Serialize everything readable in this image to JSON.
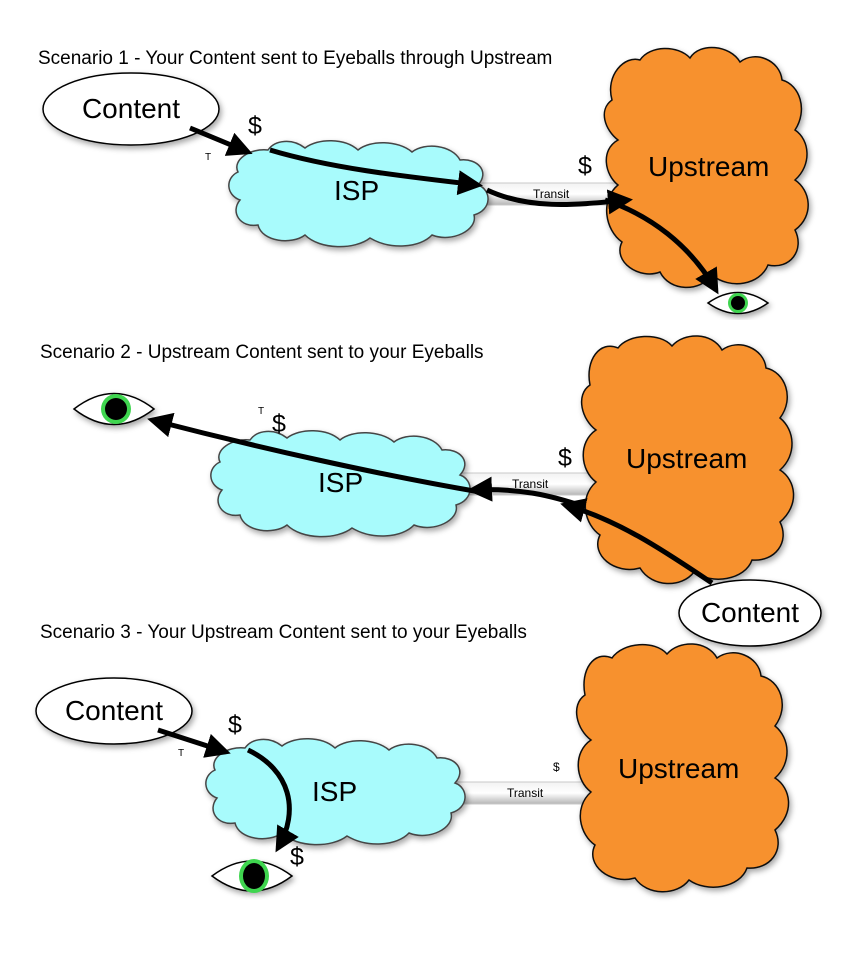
{
  "scenario1": {
    "title": "Scenario 1  - Your Content sent to Eyeballs through Upstream",
    "content": "Content",
    "isp": "ISP",
    "upstream": "Upstream",
    "transit": "Transit",
    "dollar_isp": "$",
    "dollar_transit": "$",
    "t_mark": "T"
  },
  "scenario2": {
    "title": "Scenario 2  - Upstream Content sent to your Eyeballs",
    "content": "Content",
    "isp": "ISP",
    "upstream": "Upstream",
    "transit": "Transit",
    "dollar_isp": "$",
    "dollar_transit": "$",
    "t_mark": "T"
  },
  "scenario3": {
    "title": "Scenario 3  - Your Upstream Content sent to your Eyeballs",
    "content": "Content",
    "isp": "ISP",
    "upstream": "Upstream",
    "transit": "Transit",
    "dollar_in": "$",
    "dollar_out": "$",
    "dollar_transit": "$",
    "t_mark": "T"
  },
  "colors": {
    "isp_cloud": "#a8fbfc",
    "upstream_cloud": "#f7912f",
    "pupil_ring": "#3fd54f",
    "arrow": "#000000"
  }
}
